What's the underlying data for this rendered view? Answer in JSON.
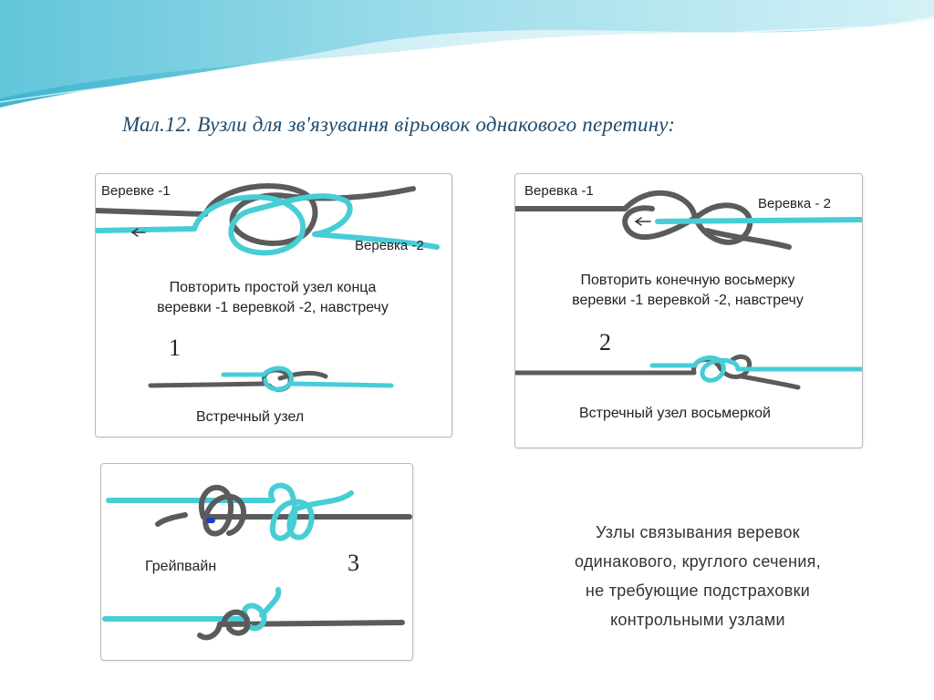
{
  "slide": {
    "title": "Мал.12.  Вузли для зв'язування вірьовок однакового перетину:"
  },
  "colors": {
    "dark_rope": "#5b5b5b",
    "cyan_rope": "#47cdd6",
    "title": "#1f4b6e",
    "wave": "#5fc6dc"
  },
  "panel1": {
    "rope1_label": "Веревке -1",
    "rope2_label": "Веревка -2",
    "arrow_glyph": "←",
    "instruction_line1": "Повторить простой узел конца",
    "instruction_line2": "веревки -1 веревкой -2, навстречу",
    "number": "1",
    "caption": "Встречный узел"
  },
  "panel2": {
    "rope1_label": "Веревка -1",
    "rope2_label": "Веревка - 2",
    "instruction_line1": "Повторить конечную восьмерку",
    "instruction_line2": "веревки -1 веревкой -2, навстречу",
    "number": "2",
    "caption": "Встречный узел восьмеркой"
  },
  "panel3": {
    "caption": "Грейпвайн",
    "number": "3"
  },
  "note": {
    "line1": "Узлы связывания веревок",
    "line2": "одинакового, круглого сечения,",
    "line3": "не требующие подстраховки",
    "line4": "контрольными узлами"
  }
}
